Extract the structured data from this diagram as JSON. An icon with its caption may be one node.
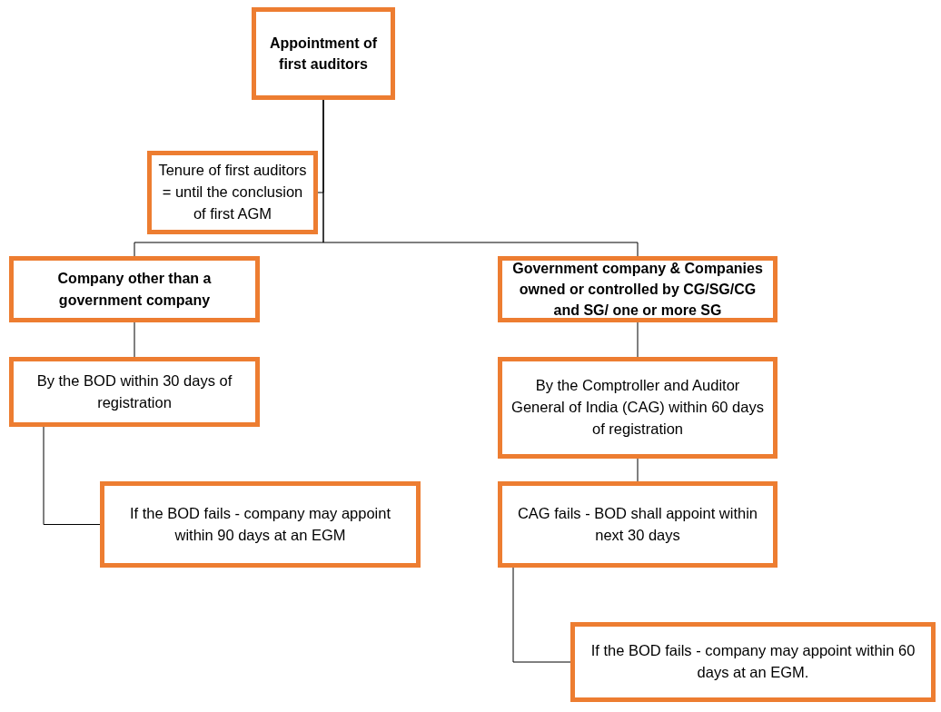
{
  "diagram": {
    "nodes": [
      {
        "text": [
          "Appointment of first auditors"
        ]
      },
      {
        "text": [
          "Tenure of first auditors = until the conclusion of first AGM"
        ]
      },
      {
        "text": [
          "Company other than a government company"
        ]
      },
      {
        "text": [
          "Government company & Companies owned or controlled by CG/SG/CG and SG/ one or more SG"
        ]
      },
      {
        "text": [
          "By the BOD within 30 days of registration"
        ]
      },
      {
        "text": [
          "If the BOD fails - company may appoint within 90 days at an EGM"
        ]
      },
      {
        "text": [
          "By the Comptroller and Auditor General of India (CAG) within 60 days of registration"
        ]
      },
      {
        "text": [
          "CAG fails - BOD shall appoint within next 30 days"
        ]
      },
      {
        "text": [
          "If the BOD fails - company may appoint within 60 days at an EGM."
        ]
      }
    ],
    "edges": [
      {
        "from": 0,
        "to": 1,
        "arrow": "none"
      },
      {
        "from": 0,
        "to": 2,
        "arrow": "none"
      },
      {
        "from": 0,
        "to": 3,
        "arrow": "none"
      },
      {
        "from": 2,
        "to": 4,
        "arrow": "none"
      },
      {
        "from": 4,
        "to": 5,
        "arrow": "none"
      },
      {
        "from": 3,
        "to": 6,
        "arrow": "none"
      },
      {
        "from": 6,
        "to": 7,
        "arrow": "none"
      },
      {
        "from": 7,
        "to": 8,
        "arrow": "none"
      }
    ]
  }
}
